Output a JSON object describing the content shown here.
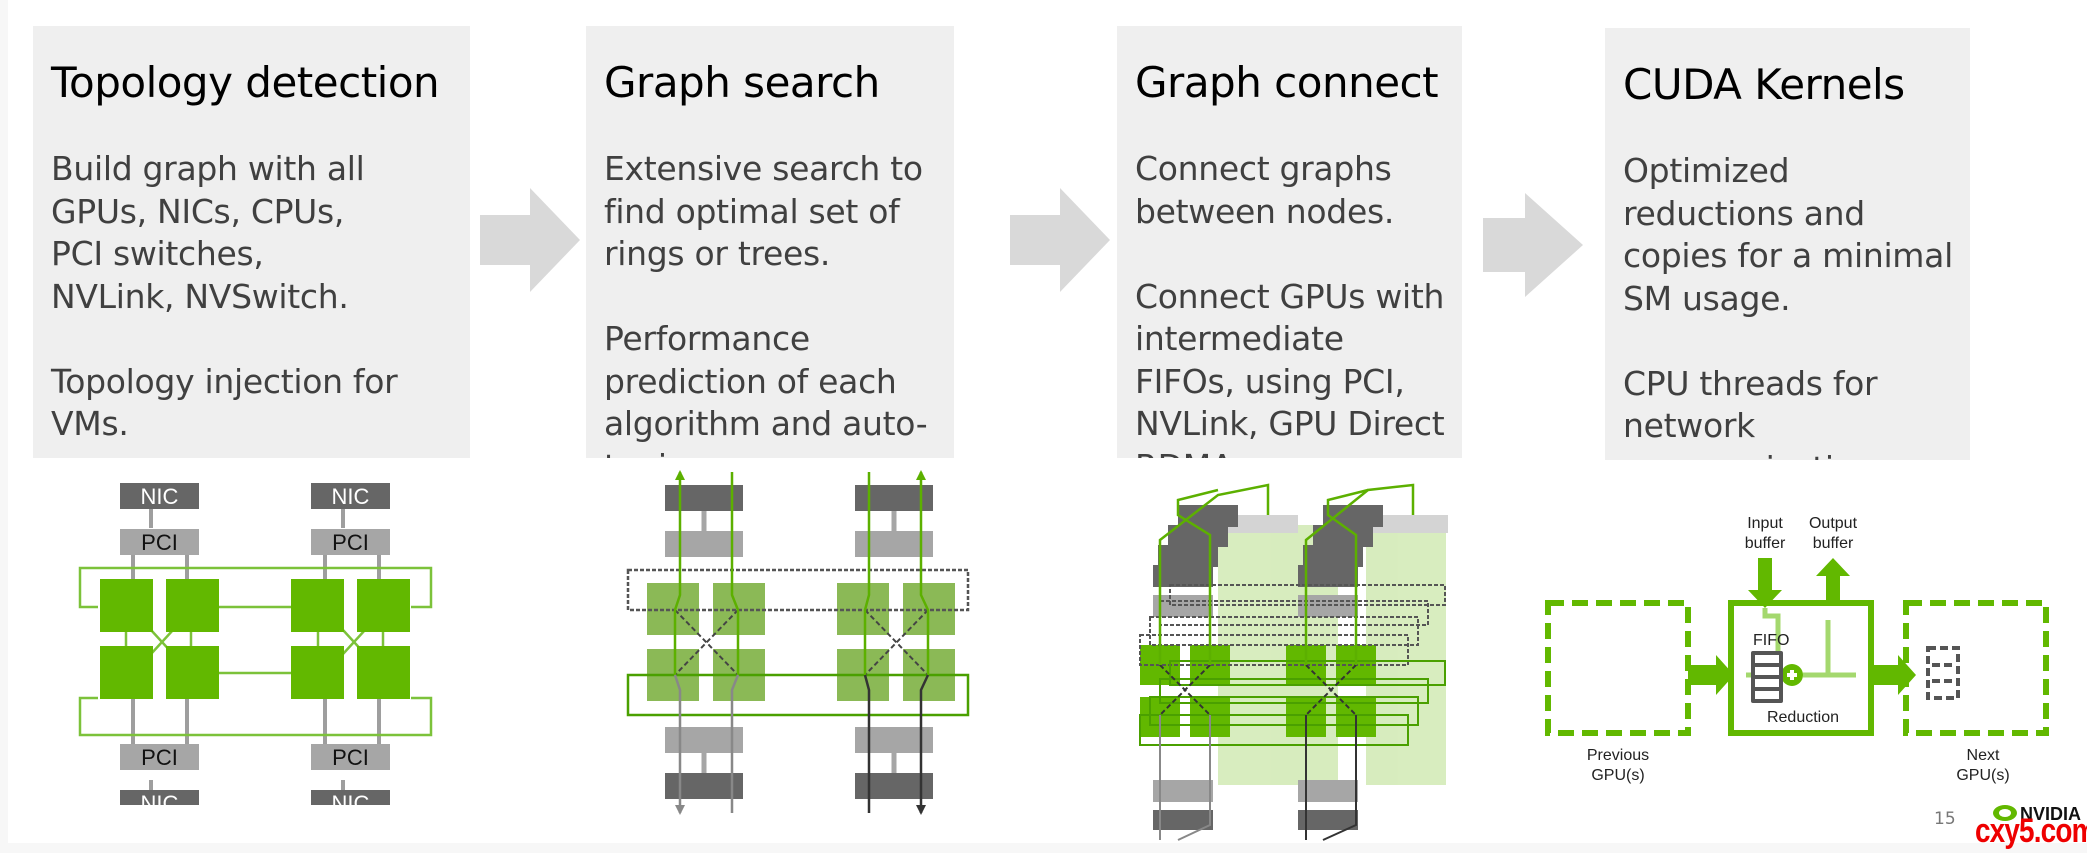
{
  "colors": {
    "accent_green": "#62b800",
    "panel_bg": "#efefef",
    "arrow_gray": "#d9d9d9",
    "nic_gray": "#666666",
    "pci_gray": "#a6a6a6",
    "watermark_red": "#ee0000"
  },
  "stages": [
    {
      "title": "Topology detection",
      "body": [
        "Build graph with all",
        "GPUs, NICs, CPUs,",
        "PCI switches,",
        "NVLink, NVSwitch.",
        "",
        "Topology injection for",
        "VMs."
      ]
    },
    {
      "title": "Graph search",
      "body": [
        "Extensive search to",
        "find optimal set of",
        "rings or trees.",
        "",
        "Performance",
        "prediction of each",
        "algorithm and auto-",
        "tuning."
      ]
    },
    {
      "title": "Graph connect",
      "body": [
        "Connect graphs",
        "between nodes.",
        "",
        "Connect GPUs with",
        "intermediate",
        "FIFOs, using PCI,",
        "NVLink, GPU Direct",
        "RDMA, ..."
      ]
    },
    {
      "title": "CUDA Kernels",
      "body": [
        "Optimized",
        "reductions and",
        "copies for a minimal",
        "SM usage.",
        "",
        "CPU threads for",
        "network",
        "communication."
      ]
    }
  ],
  "flow_arrows": [
    "arrow-right-icon",
    "arrow-right-icon",
    "arrow-right-icon"
  ],
  "topology_diagram": {
    "nic_label": "NIC",
    "pci_label": "PCI"
  },
  "kernel_diagram": {
    "input_buffer": [
      "Input",
      "buffer"
    ],
    "output_buffer": [
      "Output",
      "buffer"
    ],
    "fifo_label": "FIFO",
    "reduction_label": "Reduction",
    "previous_gpu": [
      "Previous",
      "GPU(s)"
    ],
    "next_gpu": [
      "Next",
      "GPU(s)"
    ]
  },
  "footer": {
    "page_number": "15",
    "logo_text": "NVIDIA",
    "watermark": "cxy5.com"
  }
}
